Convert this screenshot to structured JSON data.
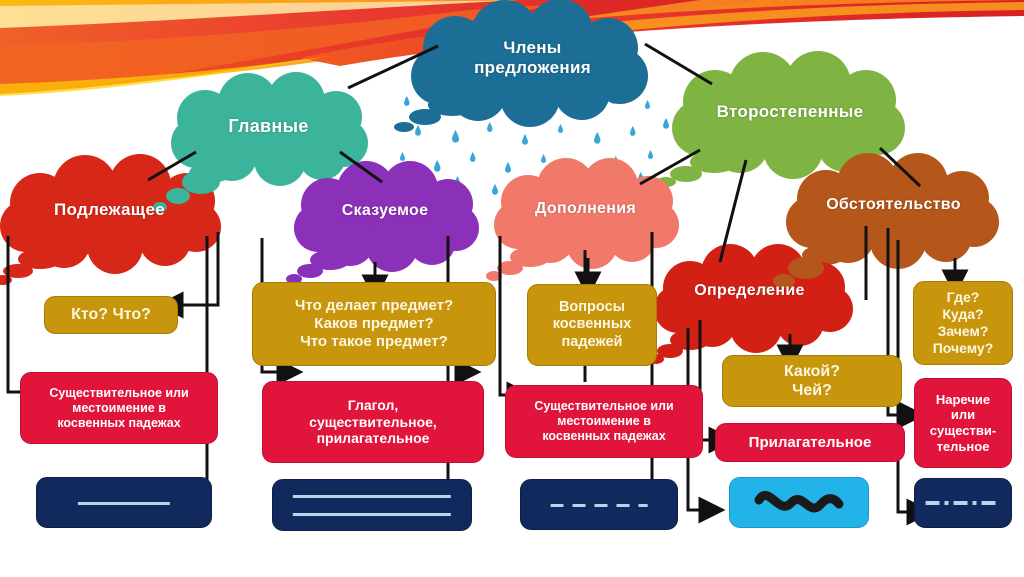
{
  "title": "Члены предложения",
  "colors": {
    "root_cloud": "#1c6e96",
    "main_cloud": "#3cb49b",
    "secondary_cloud": "#7fb342",
    "subject_cloud": "#d62718",
    "predicate_cloud": "#8b30b8",
    "object_cloud": "#f1796a",
    "attribute_cloud": "#d32015",
    "adverbial_cloud": "#b5571a",
    "gold_box": "#c8960c",
    "red_box": "#e1143c",
    "navy_box": "#12295e",
    "cyan_box": "#22b4e8",
    "connector": "#111111",
    "banner_orange": "#f47b20",
    "banner_red": "#e8332a",
    "banner_yellow": "#fcb713",
    "raindrop": "#3aa6d8"
  },
  "clouds": {
    "root": {
      "label": "Члены\nпредложения"
    },
    "main": {
      "label": "Главные"
    },
    "secondary": {
      "label": "Второстепенные"
    },
    "subject": {
      "label": "Подлежащее"
    },
    "predicate": {
      "label": "Сказуемое"
    },
    "object": {
      "label": "Дополнения"
    },
    "attribute": {
      "label": "Определение"
    },
    "adverbial": {
      "label": "Обстоятельство"
    }
  },
  "questions": {
    "subject": "Кто? Что?",
    "predicate": "Что делает предмет?\nКаков предмет?\nЧто такое предмет?",
    "object": "Вопросы\nкосвенных\nпадежей",
    "attribute": "Какой?\nЧей?",
    "adverbial": "Где?\nКуда?\nЗачем?\nПочему?"
  },
  "parts_of_speech": {
    "subject": "Существительное или\nместоимение в\nкосвенных падежах",
    "predicate": "Глагол,\nсуществительное,\nприлагательное",
    "object": "Существительное или\nместоимение в\nкосвенных падежах",
    "attribute": "Прилагательное",
    "adverbial": "Наречие\nили\nсуществи-\nтельное"
  },
  "underline_styles": {
    "subject": "single-line",
    "predicate": "double-line",
    "object": "dashed-line",
    "attribute": "wavy-line",
    "adverbial": "dash-dot-line"
  }
}
